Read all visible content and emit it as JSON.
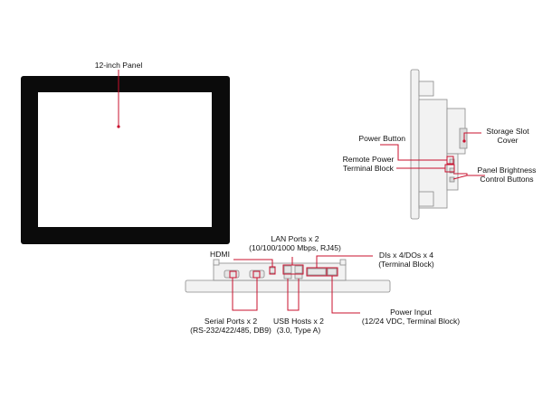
{
  "labels": {
    "panel": "12-inch Panel",
    "power_button": "Power Button",
    "remote_power_1": "Remote Power",
    "remote_power_2": "Terminal Block",
    "storage_1": "Storage Slot",
    "storage_2": "Cover",
    "brightness_1": "Panel Brightness",
    "brightness_2": "Control Buttons",
    "hdmi": "HDMI",
    "lan_1": "LAN Ports x 2",
    "lan_2": "(10/100/1000 Mbps, RJ45)",
    "dio_1": "DIs x 4/DOs x 4",
    "dio_2": "(Terminal Block)",
    "serial_1": "Serial Ports x 2",
    "serial_2": "(RS-232/422/485, DB9)",
    "usb_1": "USB Hosts x 2",
    "usb_2": "(3.0, Type A)",
    "power_input_1": "Power Input",
    "power_input_2": "(12/24 VDC, Terminal Block)"
  },
  "colors": {
    "callout": "#c8102e",
    "bezel": "#0b0b0b",
    "housing": "#f2f2f2",
    "outline": "#8a8a8a"
  }
}
